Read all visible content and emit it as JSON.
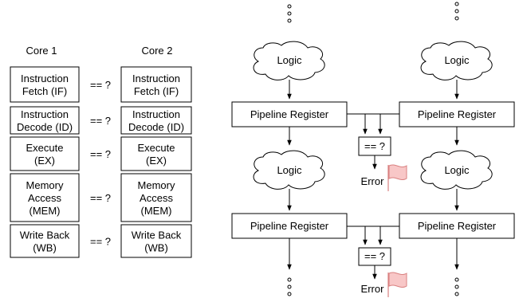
{
  "cores": {
    "core1_title": "Core 1",
    "core2_title": "Core 2",
    "stages": [
      [
        "Instruction",
        "Fetch (IF)"
      ],
      [
        "Instruction",
        "Decode (ID)"
      ],
      [
        "Execute",
        "(EX)"
      ],
      [
        "Memory",
        "Access",
        "(MEM)"
      ],
      [
        "Write Back",
        "(WB)"
      ]
    ],
    "compare_label": "== ?"
  },
  "pipeline": {
    "logic_label": "Logic",
    "register_label": "Pipeline Register",
    "compare_label": "== ?",
    "error_label": "Error"
  },
  "colors": {
    "stroke": "#000000",
    "flag_fill": "#f8c7c7",
    "flag_stroke": "#d98080"
  },
  "icons": [
    "cloud-shape",
    "flag-icon",
    "ellipsis-dots",
    "arrow-down"
  ]
}
